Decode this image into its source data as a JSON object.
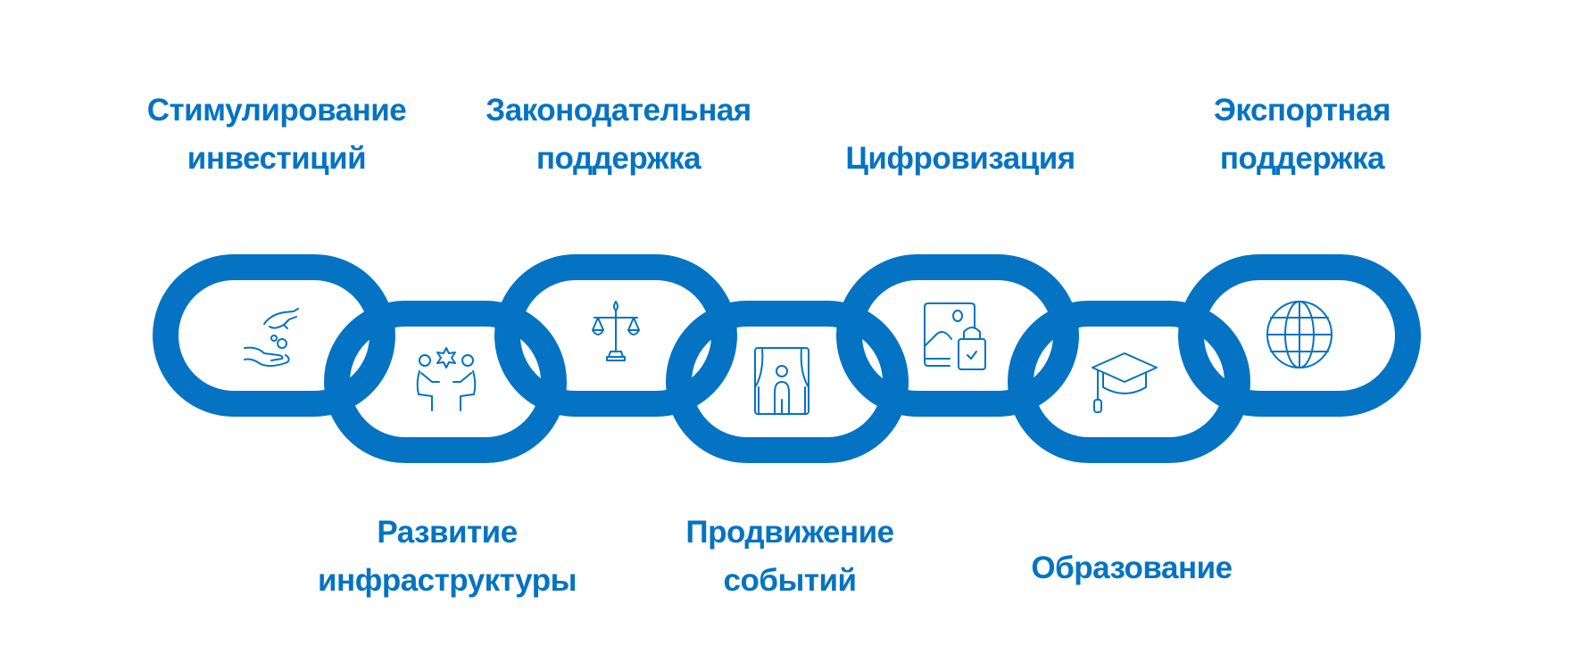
{
  "accent_color": "#0473c3",
  "links": [
    {
      "position": "top",
      "icon": "hand-coins-icon",
      "label": [
        "Стимулирование",
        "инвестиций"
      ]
    },
    {
      "position": "bottom",
      "icon": "people-meeting-icon",
      "label": [
        "Развитие",
        "инфраструктуры"
      ]
    },
    {
      "position": "top",
      "icon": "scales-icon",
      "label": [
        "Законодательная",
        "поддержка"
      ]
    },
    {
      "position": "bottom",
      "icon": "stage-curtain-person-icon",
      "label": [
        "Продвижение",
        "событий"
      ]
    },
    {
      "position": "top",
      "icon": "image-lock-icon",
      "label": [
        "Цифровизация"
      ]
    },
    {
      "position": "bottom",
      "icon": "graduation-cap-icon",
      "label": [
        "Образование"
      ]
    },
    {
      "position": "top",
      "icon": "globe-icon",
      "label": [
        "Экспортная",
        "поддержка"
      ]
    }
  ]
}
